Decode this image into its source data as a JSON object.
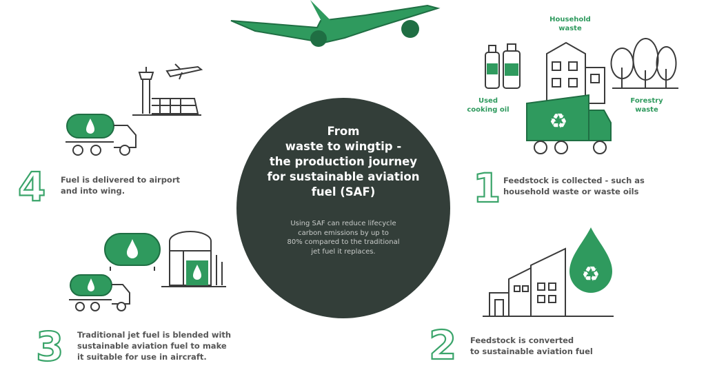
{
  "center": {
    "title_lines": [
      "From",
      "waste to wingtip -",
      "the production journey",
      "for sustainable aviation",
      "fuel (SAF)"
    ],
    "subtitle_lines": [
      "Using SAF can reduce lifecycle",
      "carbon emissions by up to",
      "80% compared to the traditional",
      "jet fuel it replaces."
    ]
  },
  "steps": [
    {
      "number": "1",
      "lines": [
        "Feedstock is collected - such as",
        "household waste or waste oils"
      ]
    },
    {
      "number": "2",
      "lines": [
        "Feedstock is converted",
        "to sustainable aviation fuel"
      ]
    },
    {
      "number": "3",
      "lines": [
        "Traditional jet fuel is blended with",
        "sustainable aviation fuel to make",
        "it suitable for use in aircraft."
      ]
    },
    {
      "number": "4",
      "lines": [
        "Fuel is delivered to airport",
        "and into wing."
      ]
    }
  ],
  "labels": {
    "household": [
      "Household",
      "waste"
    ],
    "cooking_oil": [
      "Used",
      "cooking oil"
    ],
    "forestry": [
      "Forestry",
      "waste"
    ]
  },
  "colors": {
    "green": "#2f9a5e",
    "dark": "#333e39",
    "outline": "#3a3a3a"
  },
  "icons": [
    "airplane-icon",
    "control-tower-icon",
    "tanker-truck-icon",
    "oil-bottles-icon",
    "house-icon",
    "trees-icon",
    "garbage-truck-icon",
    "recycle-drop-icon",
    "factory-icon",
    "storage-tank-icon",
    "refinery-icon"
  ]
}
